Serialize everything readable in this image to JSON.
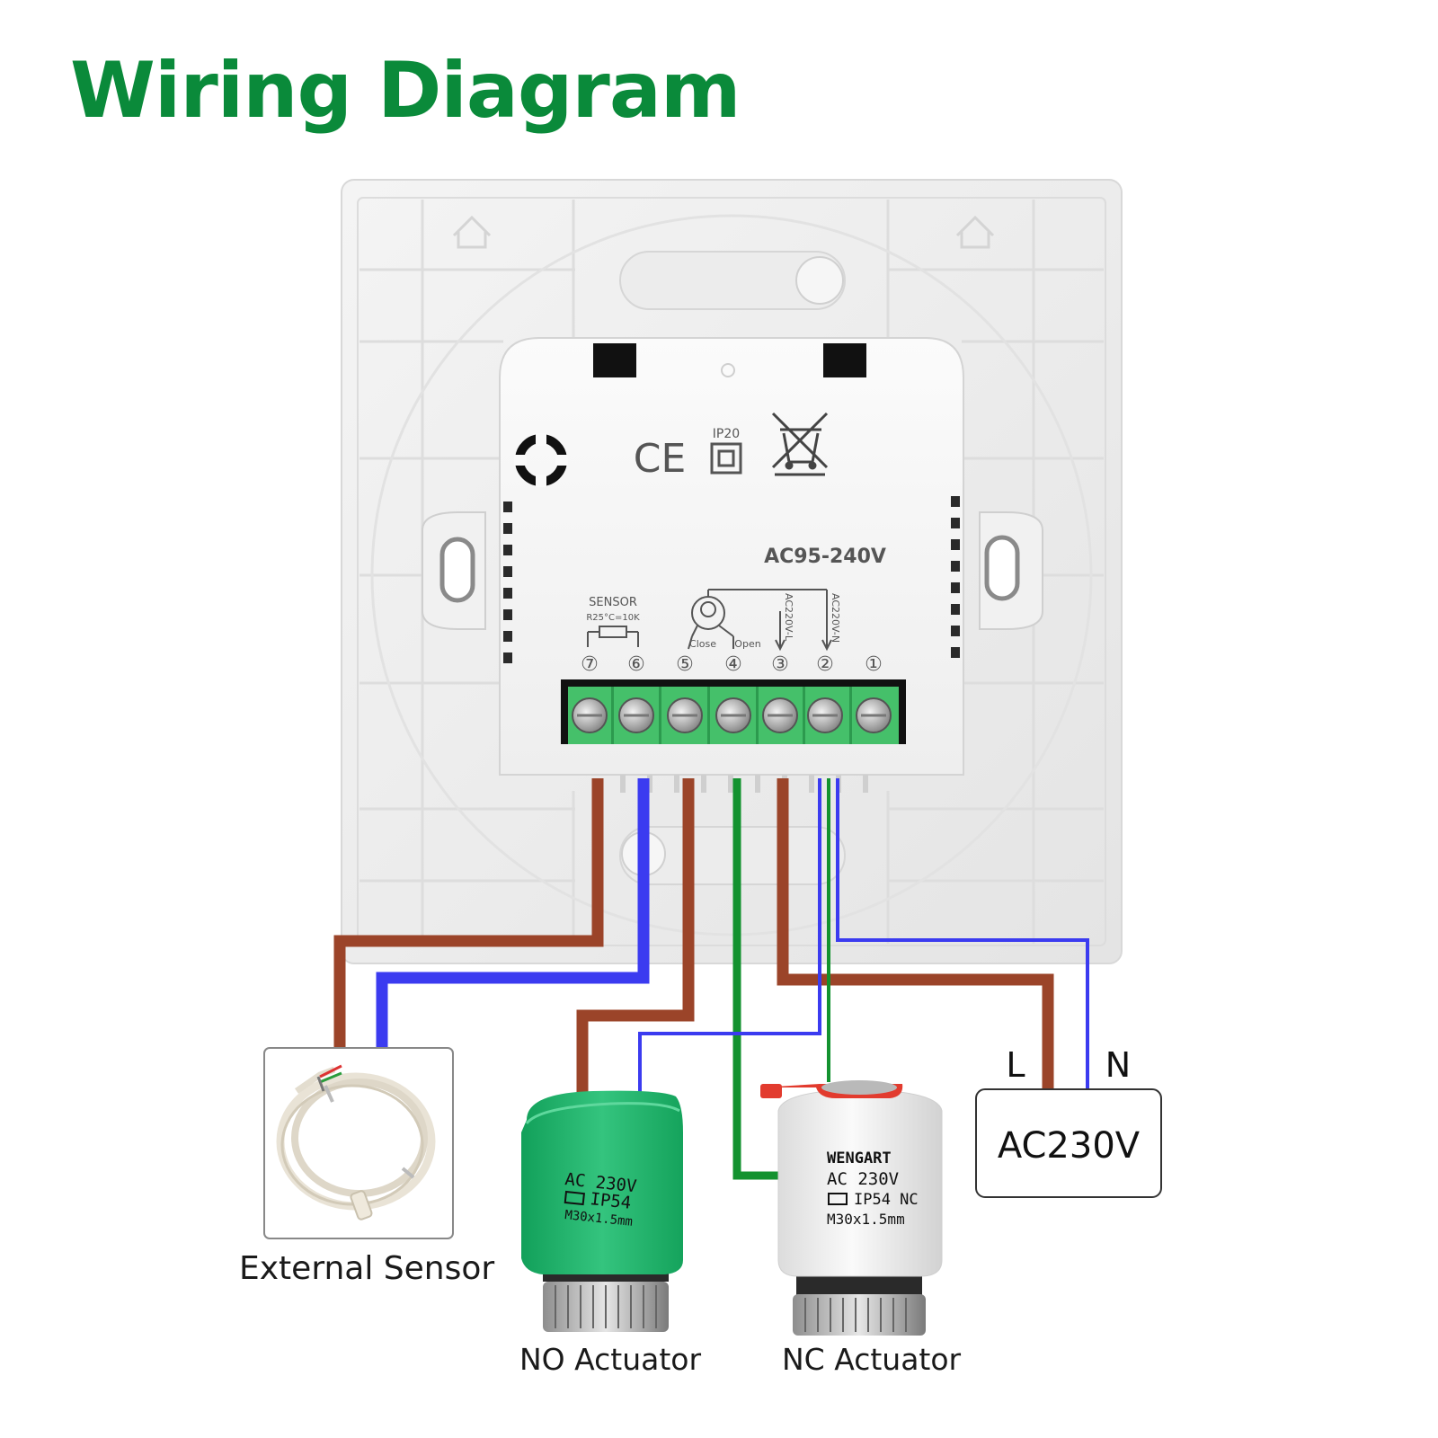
{
  "title": "Wiring Diagram",
  "colors": {
    "title": "#0a8a3a",
    "live_wire": "#9b4429",
    "neutral_wire": "#3b3bf0",
    "green_wire": "#13922f",
    "terminal_block": "#45c06a",
    "no_actuator_cap": "#1fb36a"
  },
  "device": {
    "voltage_range": "AC95-240V",
    "ip_rating": "IP20",
    "ce_mark": "CE",
    "sensor_label": "SENSOR",
    "sensor_spec": "R25°C=10K",
    "valve_close_label": "Close",
    "valve_open_label": "Open",
    "live_label": "AC220V-L",
    "neutral_label": "AC220V-N",
    "terminal_numbers": [
      "⑦",
      "⑥",
      "⑤",
      "④",
      "③",
      "②",
      "①"
    ]
  },
  "components": {
    "sensor_caption": "External Sensor",
    "no_actuator_caption": "NO Actuator",
    "nc_actuator_caption": "NC Actuator",
    "power_supply_label": "AC230V",
    "line_label": "L",
    "neutral_label": "N"
  },
  "no_actuator": {
    "voltage": "AC 230V",
    "ip": "IP54",
    "thread": "M30x1.5mm"
  },
  "nc_actuator": {
    "brand": "WENGART",
    "voltage": "AC 230V",
    "ip": "IP54 NC",
    "thread": "M30x1.5mm"
  }
}
